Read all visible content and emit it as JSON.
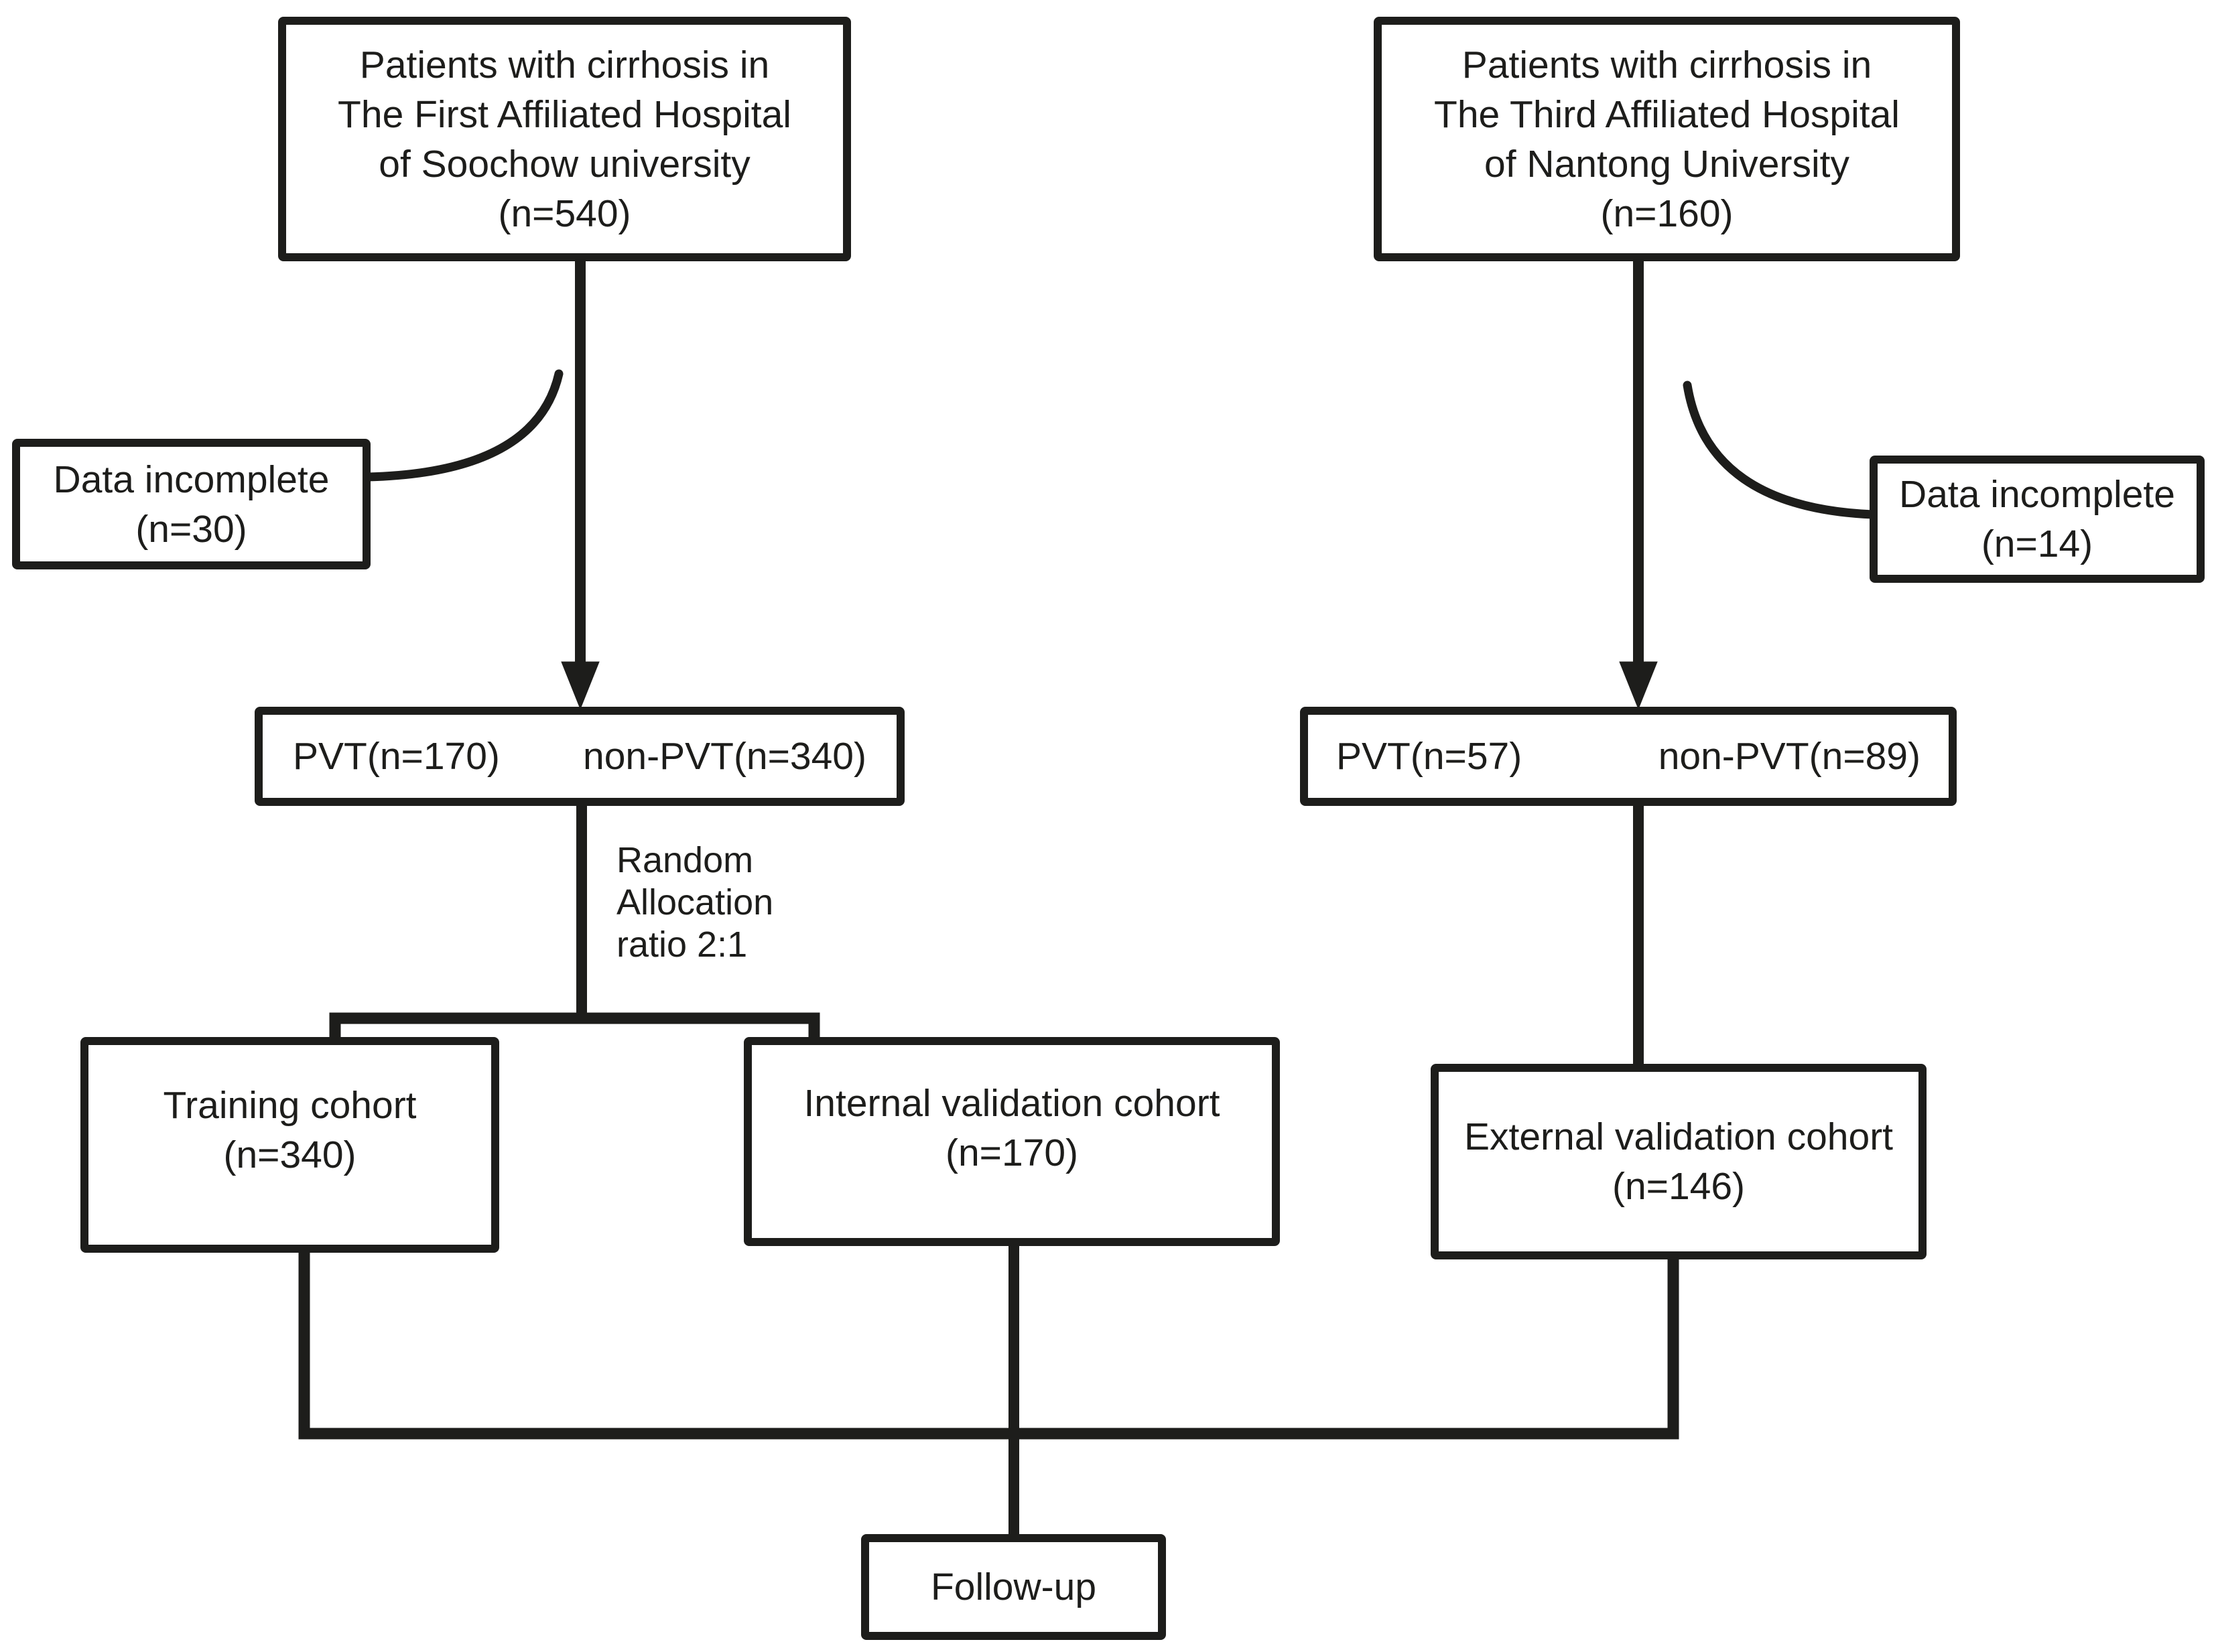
{
  "diagram": {
    "ink": "#1d1d1b",
    "background": "#ffffff",
    "nodes": {
      "soochow": {
        "lines": [
          "Patients with cirrhosis in",
          "The First Affiliated Hospital",
          "of Soochow university",
          "(n=540)"
        ]
      },
      "nantong": {
        "lines": [
          "Patients with cirrhosis in",
          "The Third Affiliated Hospital",
          "of Nantong University",
          "(n=160)"
        ]
      },
      "excluded_left": {
        "lines": [
          "Data incomplete",
          "(n=30)"
        ]
      },
      "excluded_right": {
        "lines": [
          "Data incomplete",
          "(n=14)"
        ]
      },
      "split_left": {
        "segments": [
          "PVT(n=170)",
          "non-PVT(n=340)"
        ]
      },
      "split_right": {
        "segments": [
          "PVT(n=57)",
          "non-PVT(n=89)"
        ]
      },
      "training": {
        "lines": [
          "Training cohort",
          "(n=340)"
        ]
      },
      "internal_validation": {
        "lines": [
          "Internal validation cohort",
          "(n=170)"
        ]
      },
      "external_validation": {
        "lines": [
          "External validation cohort",
          "(n=146)"
        ]
      },
      "follow_up": {
        "lines": [
          "Follow-up"
        ]
      }
    },
    "annotations": {
      "random_allocation": {
        "lines": [
          "Random",
          "Allocation",
          "ratio 2:1"
        ]
      }
    }
  }
}
